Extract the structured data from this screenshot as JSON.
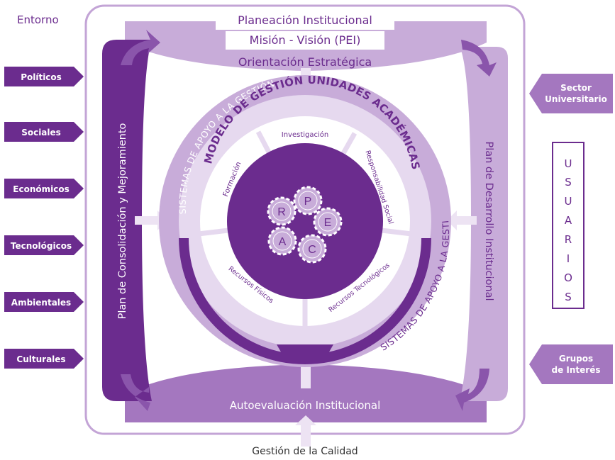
{
  "colors": {
    "dark": "#6b2c8e",
    "medium": "#a477bf",
    "light": "#c8acd9",
    "pale": "#e6d9ef",
    "frame": "#b793cc",
    "text_purple": "#6b2c8e"
  },
  "entorno": "Entorno",
  "top": {
    "line1": "Planeación Institucional",
    "line2": "Misión - Visión (PEI)",
    "line3": "Orientación Estratégica"
  },
  "left_bar": "Plan de Consolidación y Mejoramiento",
  "right_bar": "Plan de Desarrollo Institucional",
  "bottom_bar": "Autoevaluación Institucional",
  "footer": "Gestión de la Calidad",
  "left_factors": [
    "Políticos",
    "Sociales",
    "Económicos",
    "Tecnológicos",
    "Ambientales",
    "Culturales"
  ],
  "right_top": "Sector\nUniversitario",
  "right_bottom": "Grupos\nde Interés",
  "usuarios": [
    "U",
    "S",
    "U",
    "A",
    "R",
    "I",
    "O",
    "S"
  ],
  "ring_outer_top": "SISTEMAS DE APOYO A LA GESTIÓN",
  "ring_outer_bottom": "SISTEMAS DE APOYO A LA GESTIÓN",
  "ring_title": "MODELO DE GESTIÓN UNIDADES ACADÉMICAS",
  "segments": [
    "Investigación",
    "Responsabilidad Social",
    "Recursos Tecnológicos",
    "Recursos Físicos",
    "Formación"
  ],
  "gears": [
    "P",
    "E",
    "C",
    "A",
    "R"
  ]
}
